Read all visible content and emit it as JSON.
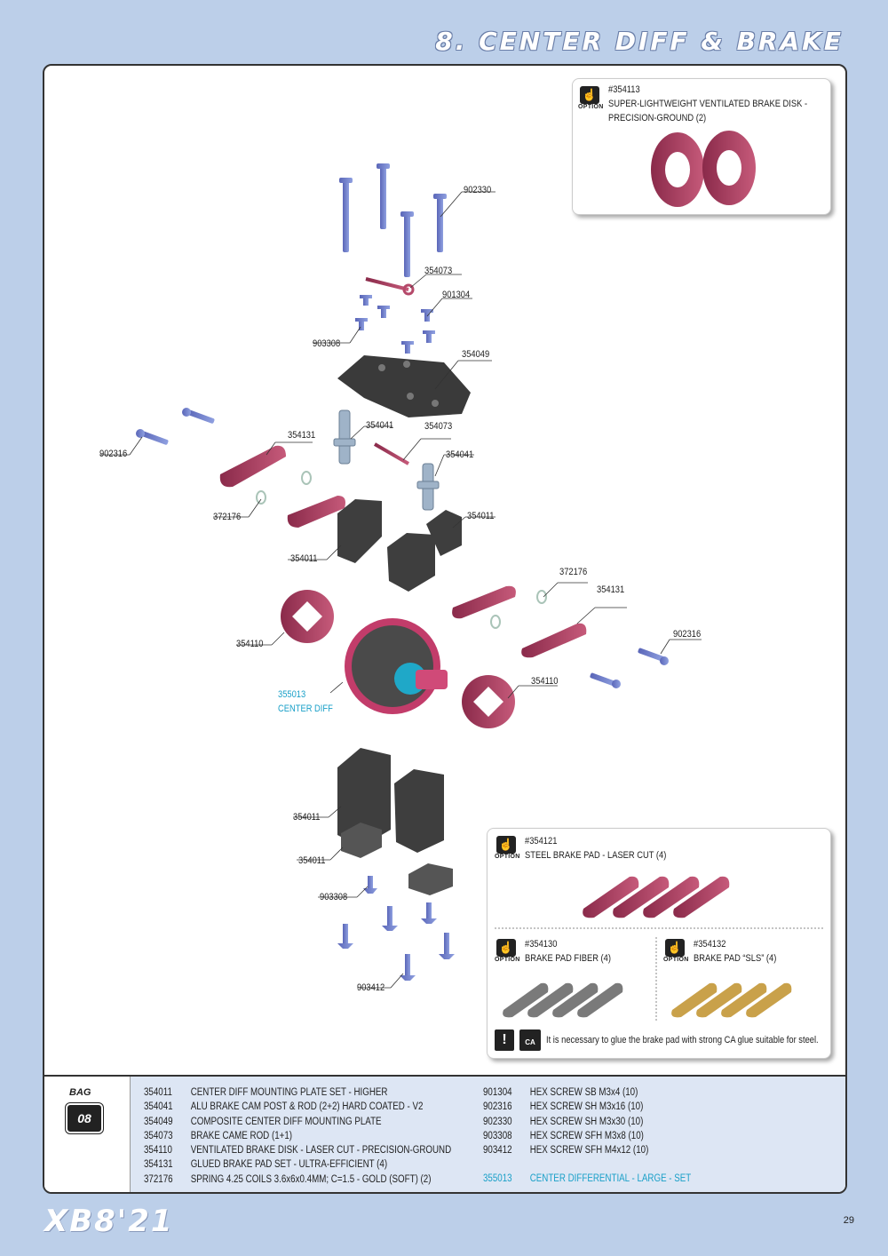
{
  "header": {
    "title": "8. CENTER DIFF & BRAKE"
  },
  "callouts": {
    "c902330": "902330",
    "c354073a": "354073",
    "c901304": "901304",
    "c903308a": "903308",
    "c354049": "354049",
    "c902316a": "902316",
    "c354131a": "354131",
    "c354041a": "354041",
    "c354073b": "354073",
    "c354041b": "354041",
    "c372176a": "372176",
    "c354011a": "354011",
    "c354011b": "354011",
    "c372176b": "372176",
    "c354131b": "354131",
    "c354110a": "354110",
    "c902316b": "902316",
    "c355013": "355013",
    "c_centerdiff": "CENTER DIFF",
    "c354110b": "354110",
    "c354011c": "354011",
    "c354011d": "354011",
    "c903308b": "903308",
    "c903412": "903412"
  },
  "options": {
    "brake_disk": {
      "number": "#354113",
      "line1": "SUPER-LIGHTWEIGHT VENTILATED BRAKE DISK -",
      "line2": "PRECISION-GROUND (2)"
    },
    "steel_pad": {
      "number": "#354121",
      "desc": "STEEL BRAKE PAD - LASER CUT (4)"
    },
    "fiber_pad": {
      "number": "#354130",
      "desc": "BRAKE PAD FIBER (4)"
    },
    "sls_pad": {
      "number": "#354132",
      "desc": "BRAKE PAD “SLS” (4)"
    },
    "option_label": "OPTION",
    "warning": "It is necessary to glue the brake pad with strong CA glue suitable for steel."
  },
  "bag": {
    "label": "BAG",
    "number": "08"
  },
  "parts_left": [
    {
      "pn": "354011",
      "desc": "CENTER DIFF MOUNTING PLATE SET - HIGHER"
    },
    {
      "pn": "354041",
      "desc": "ALU BRAKE CAM POST & ROD (2+2) HARD COATED - V2"
    },
    {
      "pn": "354049",
      "desc": "COMPOSITE CENTER DIFF MOUNTING PLATE"
    },
    {
      "pn": "354073",
      "desc": "BRAKE CAME ROD (1+1)"
    },
    {
      "pn": "354110",
      "desc": "VENTILATED BRAKE DISK - LASER CUT - PRECISION-GROUND"
    },
    {
      "pn": "354131",
      "desc": "GLUED BRAKE PAD SET - ULTRA-EFFICIENT (4)"
    },
    {
      "pn": "372176",
      "desc": "SPRING 4.25 COILS 3.6x6x0.4MM; C=1.5 - GOLD (SOFT) (2)"
    }
  ],
  "parts_right": [
    {
      "pn": "901304",
      "desc": "HEX SCREW  SB M3x4  (10)"
    },
    {
      "pn": "902316",
      "desc": "HEX SCREW  SH M3x16  (10)"
    },
    {
      "pn": "902330",
      "desc": "HEX SCREW  SH M3x30  (10)"
    },
    {
      "pn": "903308",
      "desc": "HEX SCREW  SFH M3x8  (10)"
    },
    {
      "pn": "903412",
      "desc": "HEX SCREW  SFH M4x12  (10)"
    }
  ],
  "parts_extra": {
    "pn": "355013",
    "desc": "CENTER DIFFERENTIAL - LARGE - SET"
  },
  "footer": {
    "logo": "XB8'21",
    "page": "29"
  }
}
